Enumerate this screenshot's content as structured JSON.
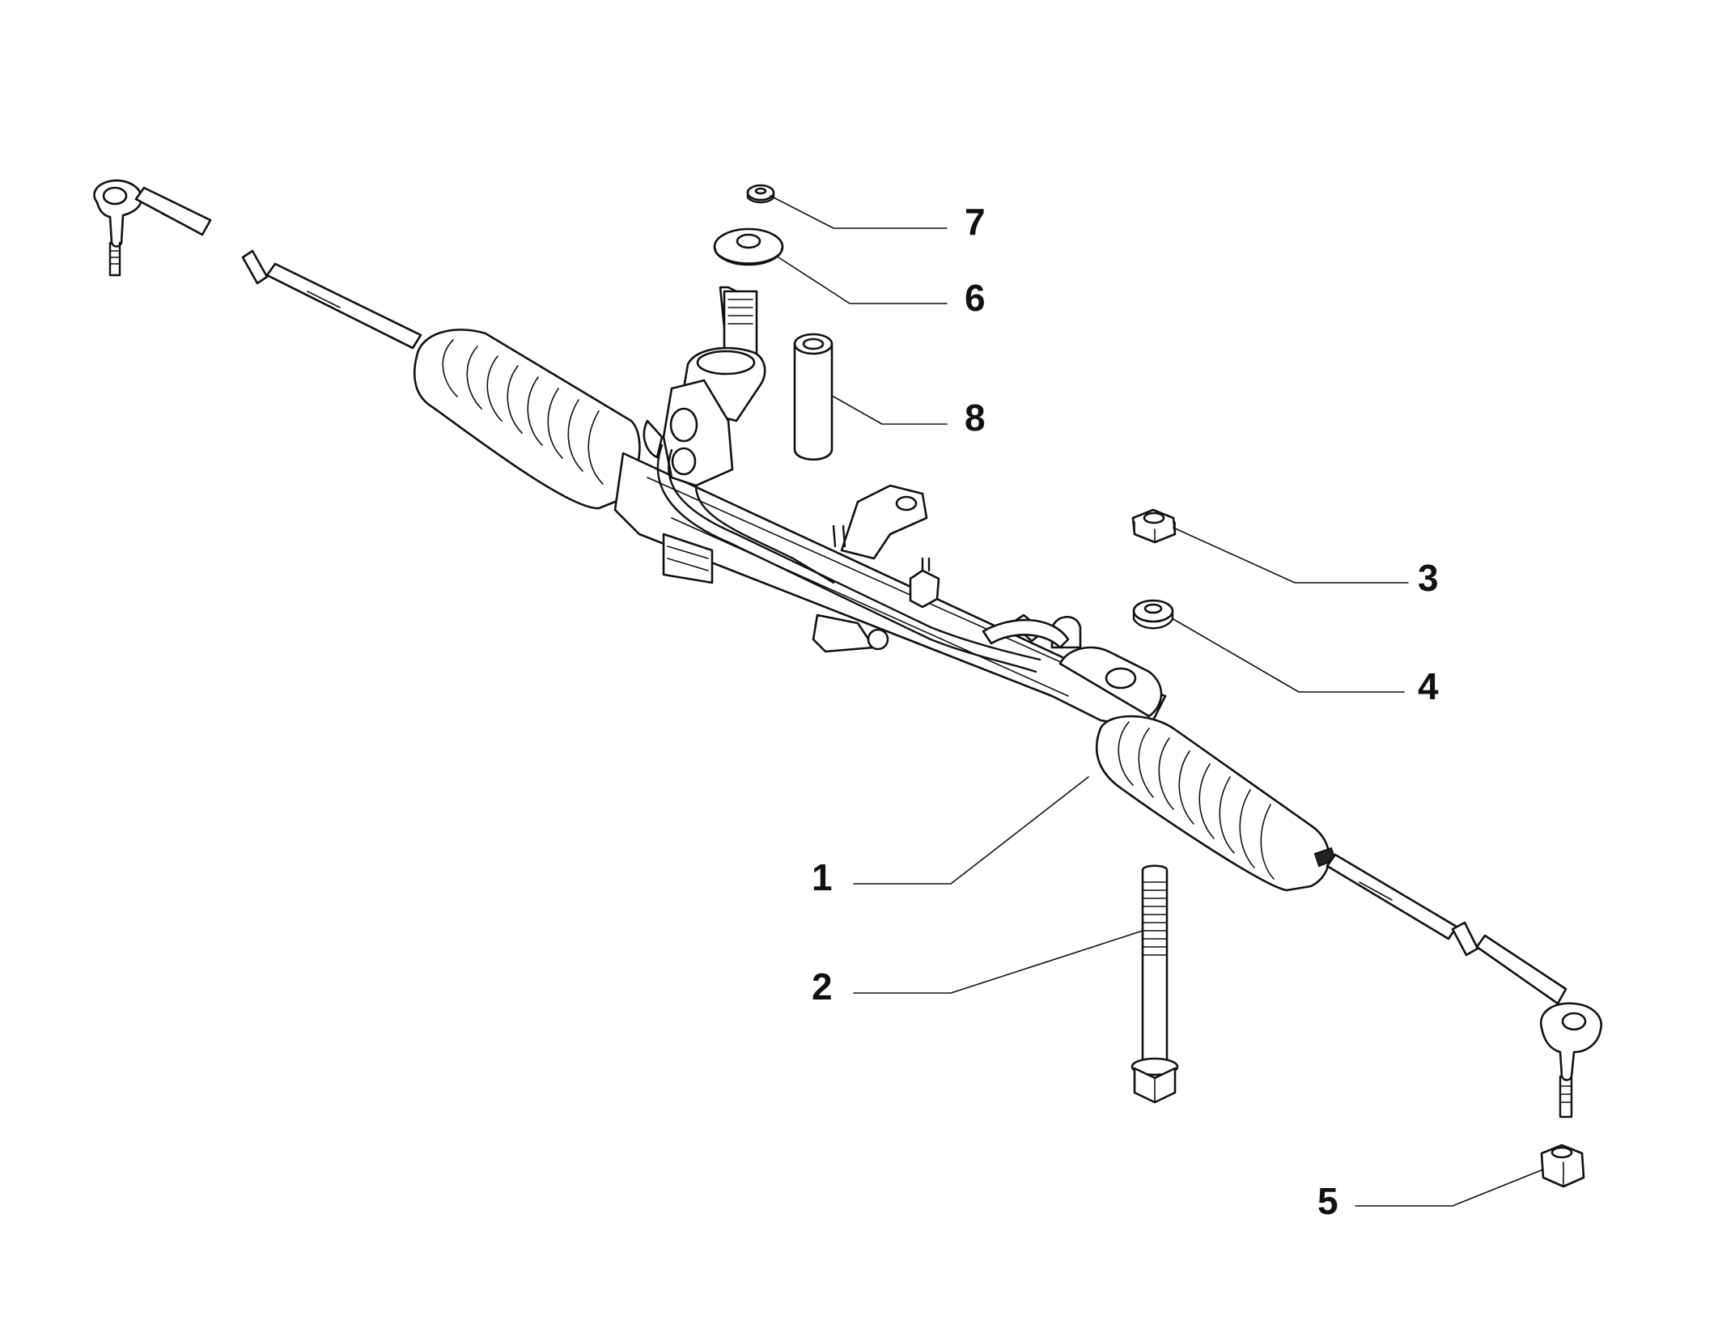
{
  "diagram": {
    "callouts": [
      {
        "id": "1",
        "label": "1",
        "part": "steering-rack-assembly"
      },
      {
        "id": "2",
        "label": "2",
        "part": "mounting-bolt"
      },
      {
        "id": "3",
        "label": "3",
        "part": "hex-nut"
      },
      {
        "id": "4",
        "label": "4",
        "part": "washer"
      },
      {
        "id": "5",
        "label": "5",
        "part": "flange-nut"
      },
      {
        "id": "6",
        "label": "6",
        "part": "dust-seal"
      },
      {
        "id": "7",
        "label": "7",
        "part": "small-washer"
      },
      {
        "id": "8",
        "label": "8",
        "part": "sleeve"
      }
    ],
    "colors": {
      "line": "#111111",
      "background": "#ffffff"
    }
  }
}
